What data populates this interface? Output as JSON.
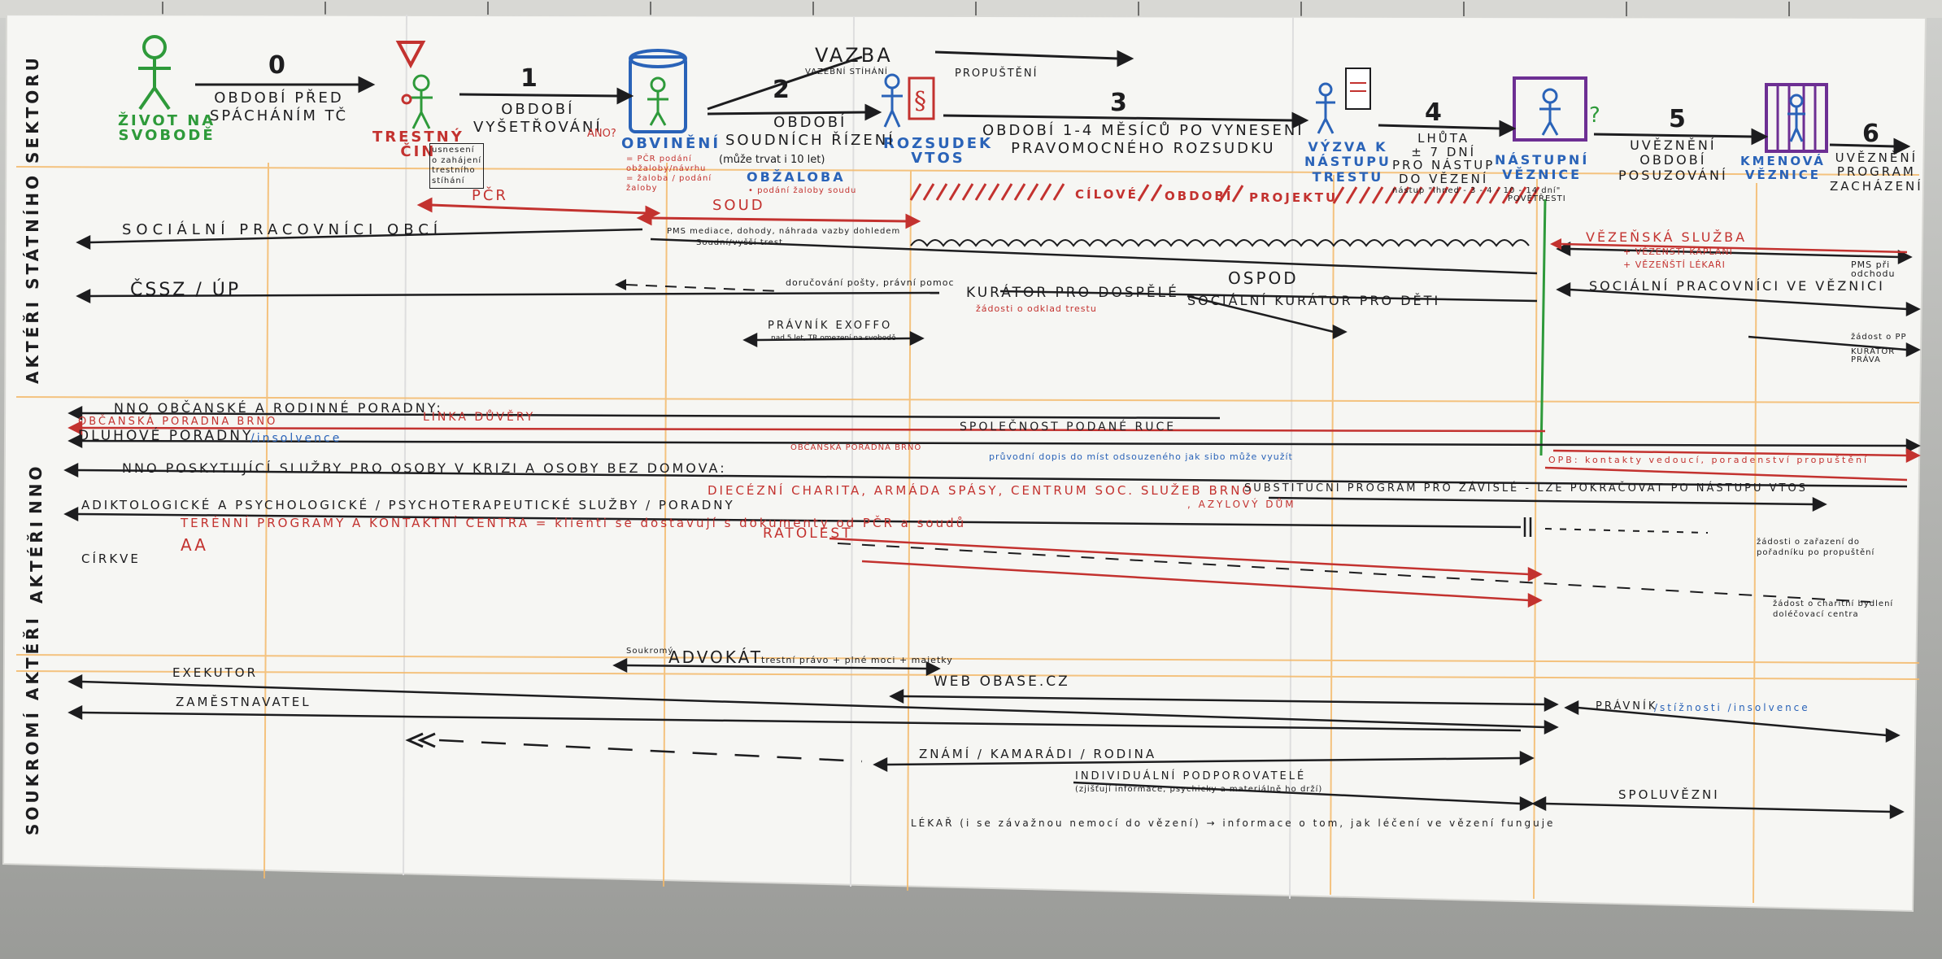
{
  "stages": [
    {
      "number": "0",
      "label": "OBDOBÍ PŘED\nSPÁCHÁNÍM TČ"
    },
    {
      "number": "1",
      "label": "OBDOBÍ\nVYŠETŘOVÁNÍ"
    },
    {
      "number": "2",
      "label": "OBDOBÍ\nSOUDNÍCH ŘÍZENÍ"
    },
    {
      "number": "3",
      "label": "OBDOBÍ 1-4 MĚSÍCŮ PO VYNESENÍ\nPRAVOMOCNÉHO ROZSUDKU"
    },
    {
      "number": "4",
      "label": "LHŮTA\n± 7 DNÍ\nPRO NÁSTUP\nDO VĚZENÍ"
    },
    {
      "number": "5",
      "label": "UVĚZNĚNÍ\nOBDOBÍ\nPOSUZOVÁNÍ"
    },
    {
      "number": "6",
      "label": "UVĚZNĚNÍ\nPROGRAM\nZACHÁZENÍ"
    }
  ],
  "milestones": [
    {
      "label": "ŽIVOT NA\nSVOBODĚ",
      "color": "#2e9a3a"
    },
    {
      "label": "TRESTNÝ\nČIN",
      "color": "#c3322f"
    },
    {
      "label": "OBVINĚNÍ",
      "color": "#2a63b8"
    },
    {
      "label": "ROZSUDEK\nVTOS",
      "color": "#2a63b8"
    },
    {
      "label": "VÝZVA K\nNÁSTUPU\nTRESTU",
      "color": "#2a63b8"
    },
    {
      "label": "NÁSTUPNÍ\nVĚZNICE",
      "color": "#2a63b8"
    },
    {
      "label": "KMENOVÁ\nVĚZNICE",
      "color": "#2a63b8"
    }
  ],
  "annotations": {
    "vazba": "VAZBA",
    "vazba_sub": "VAZEBNÍ STÍHÁNÍ",
    "propusteni": "PROPUŠTĚNÍ",
    "ano": "ANO?",
    "usneseni": "usnesení\no zahájení\ntrestního\nstíhání",
    "obvineni_notes": "= PČR podání\nobžaloby/návrhu\n= žaloba / podání\nžaloby",
    "obzaloba": "OBŽALOBA",
    "obzaloba_sub": "• podání žaloby soudu",
    "soud_dny": "(může trvat i 10 let)",
    "nastup_note": "nástup \"ihned - 3 - 4 - 10 - 14 dní\"",
    "povetresti": "POVĚTŘESTI",
    "pcr": "PČR",
    "soud": "SOUD",
    "cilove": "CÍLOVÉ",
    "obdobi": "OBDOBÍ",
    "projektu": "PROJEKTU"
  },
  "sections": {
    "statni": "AKTÉŘI STÁTNÍHO SEKTORU",
    "nno": "NNO",
    "cirkve_side": "AKTÉŘI",
    "cirkve": "CÍRKVE",
    "soukromi": "SOUKROMÍ AKTÉŘI"
  },
  "rows": {
    "socialni_obci": "SOCIÁLNÍ PRACOVNÍCI OBCÍ",
    "pms": "PMS mediace, dohody, náhrada vazby dohledem",
    "pms_sub": "Soudní/vyšší trest",
    "ospod": "OSPOD",
    "vezenska": "VĚZEŇSKÁ SLUŽBA",
    "vezenska_1": "+ VĚZEŇŠTÍ KAPLANI",
    "vezenska_2": "+ VĚZEŇŠTÍ LÉKAŘI",
    "pms_pri": "PMS při\nodchodu",
    "cssz": "ČSSZ / ÚP",
    "pravni_pomoc": "doručování pošty, právní pomoc",
    "kurator_dospele": "KURÁTOR PRO DOSPĚLÉ",
    "kurator_note": "žádosti o odklad trestu",
    "kurator_deti": "SOCIÁLNÍ KURÁTOR PRO DĚTI",
    "socialni_veznice": "SOCIÁLNÍ PRACOVNÍCI VE VĚZNICI",
    "pravnik_exoffo": "PRÁVNÍK EXOFFO",
    "pravnik_sub": "nad 5 let, TR omezení na svobodě",
    "zadost_pp": "žádost o PP",
    "kurator_prava": "KURÁTOR\nPRÁVA",
    "nno_obcanske": "NNO OBČANSKÉ A RODINNÉ PORADNY:",
    "linka_duvery": "LINKA DŮVĚRY",
    "obcanska_brno": "OBČANSKÁ PORADNA BRNO",
    "dluhove": "DLUHOVÉ PORADNY",
    "insolvence": "/insolvence",
    "spolecnost": "SPOLEČNOST PODANÉ RUCE",
    "obcanska_brno2": "OBČANSKÁ PORADNA BRNO",
    "pruvodni": "průvodní dopis do míst odsouzeného jak sibo může využít",
    "nno_krize": "NNO POSKYTUJÍCÍ SLUŽBY PRO OSOBY V KRIZI A OSOBY BEZ DOMOVA:",
    "dcch": "DIECÉZNÍ CHARITA, ARMÁDA SPÁSY, CENTRUM SOC. SLUŽEB BRNO",
    "azylovy": ", AZYLOVÝ DŮM",
    "opb": "OPB: kontakty vedoucí, poradenství propuštění",
    "substitucni": "SUBSTITUČNÍ PROGRAM PRO ZÁVISLÉ - LZE POKRAČOVAT PO NÁSTUPU VTOS",
    "adiktologicke": "ADIKTOLOGICKÉ A PSYCHOLOGICKÉ / PSYCHOTERAPEUTICKÉ SLUŽBY / PORADNY",
    "ratolest": "RATOLEST",
    "terenni": "TERÉNNÍ PROGRAMY A KONTAKTNÍ CENTRA = klienti se dostavují s dokumenty od PČR a soudů",
    "aa": "AA",
    "zadost_bezeni": "žádosti o zařazení do\npořadníku po propuštění",
    "zadost_charita": "žádost o charitní bydlení\ndoléčovací centra",
    "advokat": "ADVOKÁT",
    "advokat_left": "Soukromý",
    "advokat_right": "trestní právo + plné moci + majetky",
    "exekutor": "EXEKUTOR",
    "web": "WEB OBASE.CZ",
    "zamestnavatel": "ZAMĚSTNAVATEL",
    "pravnik": "PRÁVNÍK",
    "pravnik_blue": "/stížnosti /insolvence",
    "znami": "ZNÁMÍ / KAMARÁDI / RODINA",
    "individualni": "INDIVIDUÁLNÍ PODPOROVATELÉ",
    "individualni_sub": "(zjišťují informace, psychicky a materiálně ho drží)",
    "spoluvezni": "SPOLUVĚZNI",
    "lekar": "LÉKAŘ (i se závažnou nemocí do vězení) → informace o tom, jak léčení ve vězení funguje"
  },
  "colors": {
    "green": "#2e9a3a",
    "red": "#c3322f",
    "blue": "#2a63b8",
    "ink": "#1d1d1f",
    "gridline": "#f4b96a"
  }
}
